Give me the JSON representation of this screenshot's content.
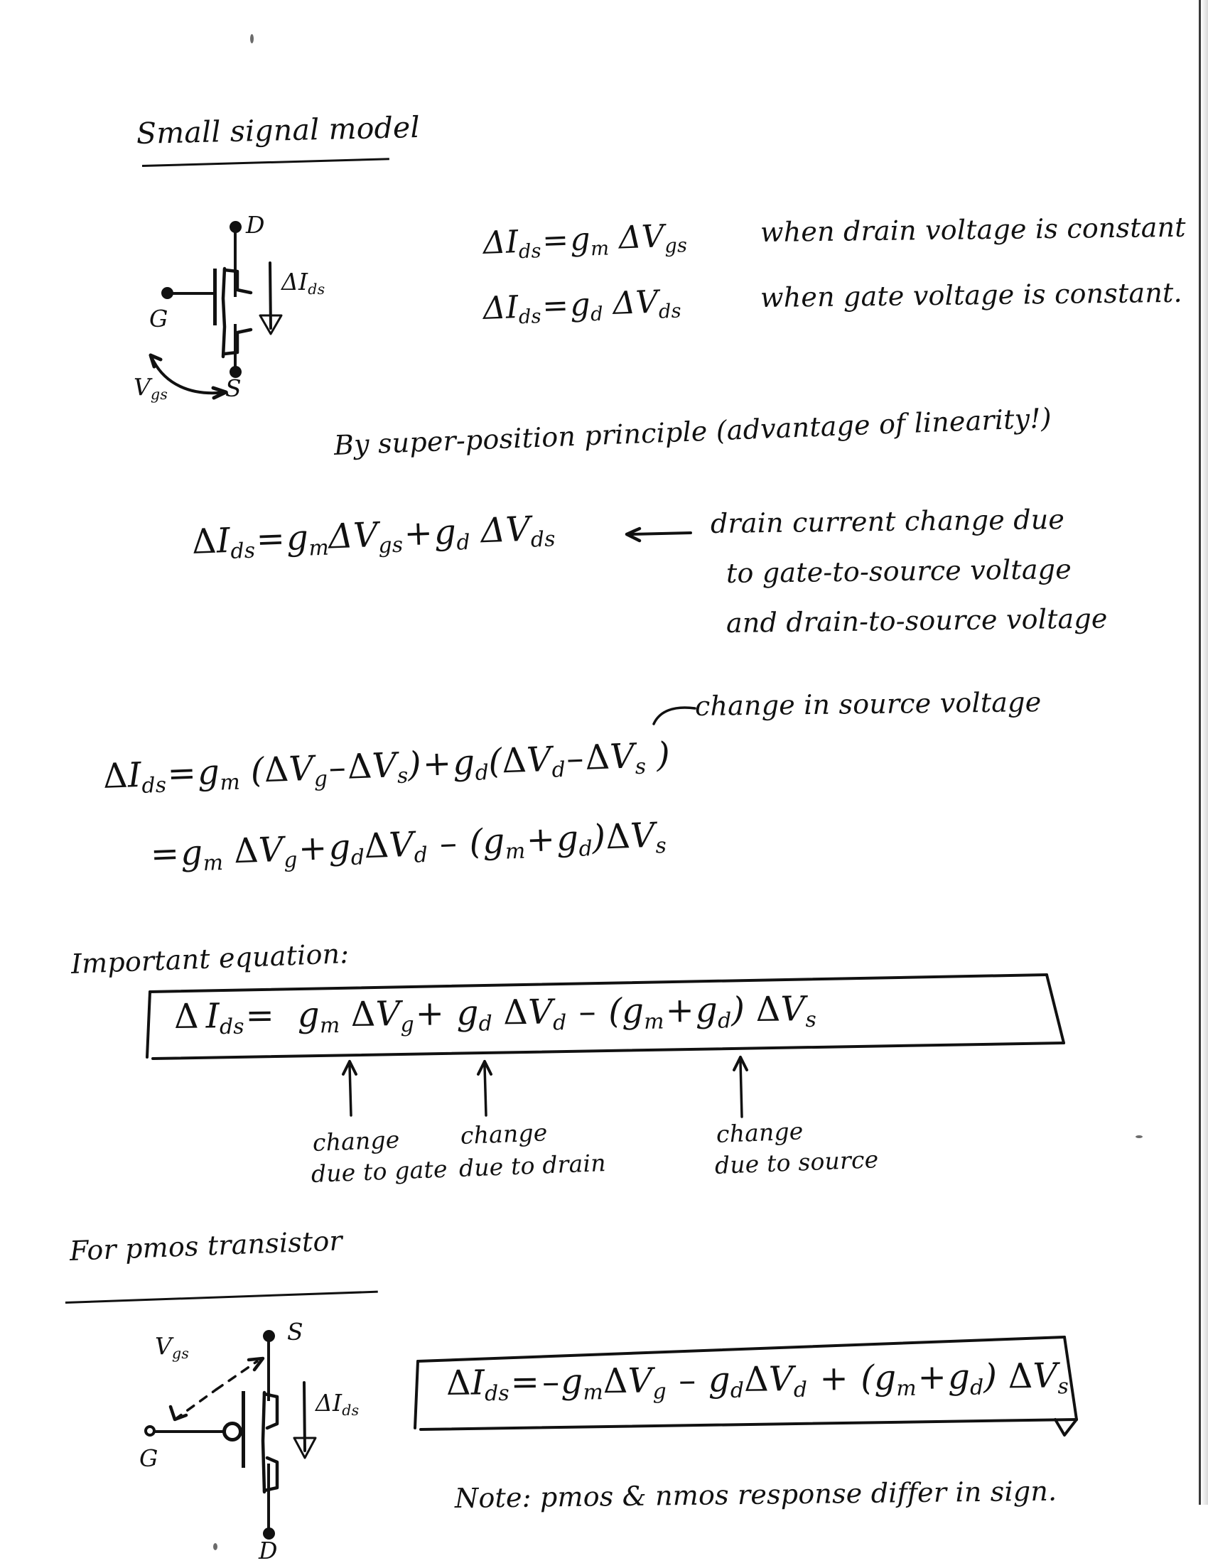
{
  "document": {
    "kind": "handwritten-lecture-notes",
    "title": "Small signal model"
  },
  "nmos_diagram": {
    "drain_label": "D",
    "gate_label": "G",
    "source_label": "S",
    "current_label": "ΔI",
    "current_sub": "ds",
    "vgs_label": "V",
    "vgs_sub": "gs"
  },
  "equations_top": [
    {
      "lhs": "ΔI",
      "lhs_sub": "ds",
      "eq": "=",
      "rhs_a": "g",
      "rhs_a_sub": "m",
      "rhs_b": "ΔV",
      "rhs_b_sub": "gs",
      "condition": "when drain voltage is constant"
    },
    {
      "lhs": "ΔI",
      "lhs_sub": "ds",
      "eq": "=",
      "rhs_a": "g",
      "rhs_a_sub": "d",
      "rhs_b": "ΔV",
      "rhs_b_sub": "ds",
      "condition": "when gate voltage is constant."
    }
  ],
  "superposition": {
    "heading": "By super-position principle (advantage of linearity!)",
    "equation": "ΔIₓₛ = gₘΔVₓₛ + gₔΔVₔₛ",
    "annotation_lines": [
      "drain current change due",
      "to gate-to-source voltage",
      "and drain-to-source voltage"
    ]
  },
  "expansion": {
    "source_note": "change in source voltage",
    "line1": "ΔI_ds = g_m (ΔV_g - ΔV_s) + g_d(ΔV_d - ΔV_s)",
    "line2": "= g_m ΔV_g + g_dΔV_d - (g_m+g_d)ΔV_s"
  },
  "important": {
    "heading": "Important equation:",
    "boxed_equation": "ΔI_ds = g_m ΔV_g + g_d ΔV_d - (g_m+g_d) ΔV_s",
    "callouts": [
      {
        "line1": "change",
        "line2": "due to gate"
      },
      {
        "line1": "change",
        "line2": "due to drain"
      },
      {
        "line1": "change",
        "line2": "due to source"
      }
    ]
  },
  "pmos": {
    "heading": "For pmos transistor",
    "diagram": {
      "source_label": "S",
      "gate_label": "G",
      "drain_label": "D",
      "current_label": "ΔI",
      "current_sub": "ds",
      "vgs_label": "V",
      "vgs_sub": "gs"
    },
    "boxed_equation": "ΔI_ds = -g_mΔV_g - g_dΔV_d + (g_m+g_d) ΔV_s",
    "note": "Note:  pmos & nmos response differ in sign."
  },
  "symbols": {
    "delta": "Δ",
    "I": "I",
    "V": "V",
    "g": "g",
    "equals": "=",
    "plus": "+",
    "minus": "−",
    "lparen": "(",
    "rparen": ")"
  },
  "colors": {
    "ink": "#111111",
    "paper": "#ffffff",
    "edge": "#3a3a3a"
  }
}
